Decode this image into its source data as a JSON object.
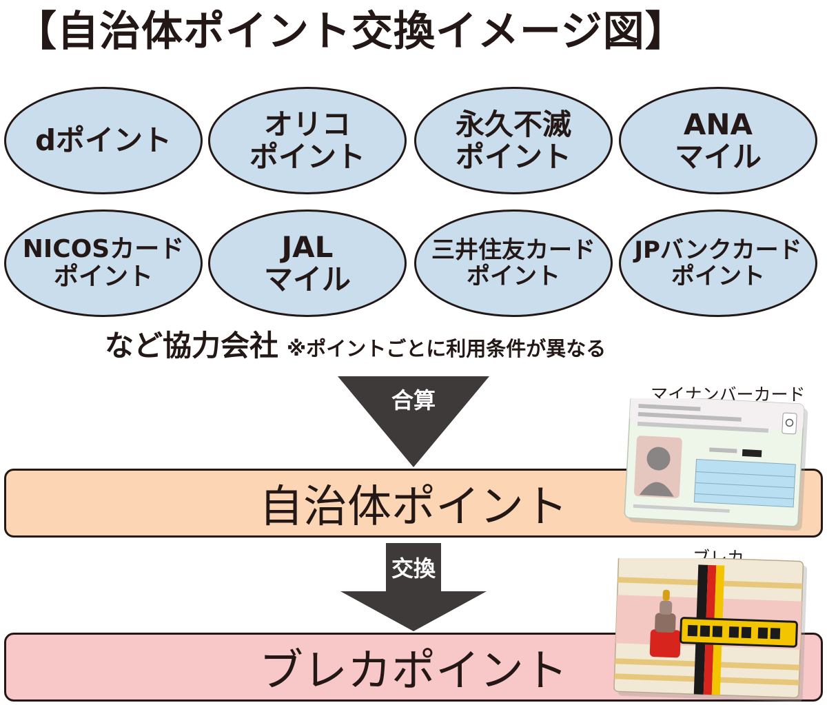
{
  "title": "【自治体ポイント交換イメージ図】",
  "partners": [
    {
      "line1": "dポイント",
      "line2": ""
    },
    {
      "line1": "オリコ",
      "line2": "ポイント"
    },
    {
      "line1": "永久不滅",
      "line2": "ポイント"
    },
    {
      "line1": "ANA",
      "line2": "マイル"
    },
    {
      "line1": "NICOSカード",
      "line2": "ポイント"
    },
    {
      "line1": "JAL",
      "line2": "マイル"
    },
    {
      "line1": "三井住友カード",
      "line2": "ポイント"
    },
    {
      "line1": "JPバンクカード",
      "line2": "ポイント"
    }
  ],
  "caption": {
    "main": "など協力会社",
    "note": "※ポイントごとに利用条件が異なる"
  },
  "arrows": {
    "first": "合算",
    "second": "交換"
  },
  "bands": {
    "municipal": "自治体ポイント",
    "breca": "ブレカポイント"
  },
  "cards": {
    "mynumber_label": "マイナンバーカード",
    "breca_label": "ブレカ"
  },
  "colors": {
    "oval_fill": "#c9ddec",
    "municipal_band": "#fbd5b4",
    "breca_band": "#f7c8c7",
    "arrow": "#3e3a39",
    "outline": "#231815"
  }
}
